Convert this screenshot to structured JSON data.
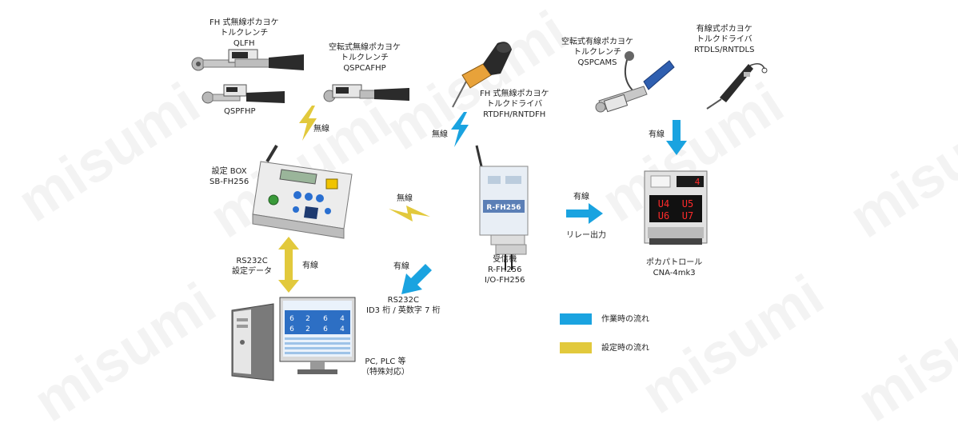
{
  "watermark": "misumi",
  "colors": {
    "operation_flow": "#1aa3e0",
    "setting_flow": "#e2c93c"
  },
  "devices": {
    "qlfh": {
      "lines": [
        "FH 式無線ポカヨケ",
        "トルクレンチ",
        "QLFH"
      ]
    },
    "qspfhp": {
      "lines": [
        "QSPFHP"
      ]
    },
    "qspcafhp": {
      "lines": [
        "空転式無線ポカヨケ",
        "トルクレンチ",
        "QSPCAFHP"
      ]
    },
    "rtdfh": {
      "lines": [
        "FH 式無線ポカヨケ",
        "トルクドライバ",
        "RTDFH/RNTDFH"
      ]
    },
    "qspcams": {
      "lines": [
        "空転式有線ポカヨケ",
        "トルクレンチ",
        "QSPCAMS"
      ]
    },
    "rtdls": {
      "lines": [
        "有線式ポカヨケ",
        "トルクドライバ",
        "RTDLS/RNTDLS"
      ]
    },
    "setting_box": {
      "lines": [
        "設定 BOX",
        "SB-FH256"
      ]
    },
    "receiver": {
      "lines": [
        "受信機",
        "R-FH256",
        "I/O-FH256"
      ],
      "panel_text": "R-FH256"
    },
    "pokapatrol": {
      "lines": [
        "ポカパトロール",
        "CNA-4mk3"
      ],
      "display": [
        "U4",
        "U5",
        "U6",
        "U7"
      ],
      "top_digit": "4"
    },
    "pc": {
      "lines": [
        "PC, PLC 等",
        "（特殊対応）"
      ],
      "screen_digits": [
        "6",
        "2",
        "6",
        "4",
        "6",
        "2",
        "6",
        "4"
      ]
    }
  },
  "flows": {
    "wireless_1": "無線",
    "wireless_2": "無線",
    "wireless_3": "無線",
    "wired_top": "有線",
    "wired_relay": "有線",
    "relay_output": "リレー出力",
    "wired_pc": "有線",
    "rs232c_id": [
      "RS232C",
      "ID3 桁 / 英数字 7 桁"
    ],
    "rs232c_setting": [
      "RS232C",
      "設定データ"
    ],
    "wired_setting": "有線"
  },
  "legend": {
    "operation": {
      "label": "作業時の流れ",
      "color": "#1aa3e0"
    },
    "setting": {
      "label": "設定時の流れ",
      "color": "#e2c93c"
    }
  }
}
